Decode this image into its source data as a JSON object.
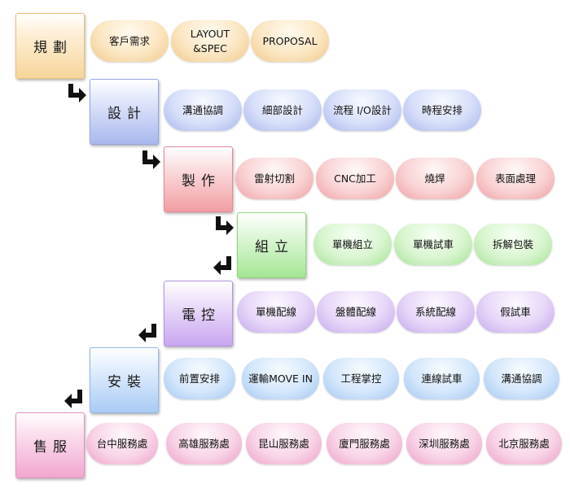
{
  "colors": {
    "orange_box": "#fbe3b8",
    "blue_box": "#c9d3f6",
    "red_box": "#f8c2c5",
    "green_box": "#cff3c4",
    "purple_box": "#e3cff7",
    "lightblue_box": "#cde3fb",
    "pink_box": "#f8cde5",
    "arrow": "#111111"
  },
  "stages": [
    {
      "label": "規劃",
      "items": [
        "客戶需求",
        "LAYOUT\n&SPEC",
        "PROPOSAL"
      ]
    },
    {
      "label": "設計",
      "items": [
        "溝通協調",
        "細部設計",
        "流程 I/O設計",
        "時程安排"
      ]
    },
    {
      "label": "製作",
      "items": [
        "雷射切割",
        "CNC加工",
        "燒焊",
        "表面處理"
      ]
    },
    {
      "label": "組立",
      "items": [
        "單機組立",
        "單機試車",
        "拆解包裝"
      ]
    },
    {
      "label": "電控",
      "items": [
        "單機配線",
        "盤體配線",
        "系統配線",
        "假試車"
      ]
    },
    {
      "label": "安裝",
      "items": [
        "前置安排",
        "運輸MOVE IN",
        "工程掌控",
        "連線試車",
        "溝通協調"
      ]
    },
    {
      "label": "售服",
      "items": [
        "台中服務處",
        "高雄服務處",
        "昆山服務處",
        "廈門服務處",
        "深圳服務處",
        "北京服務處"
      ]
    }
  ]
}
